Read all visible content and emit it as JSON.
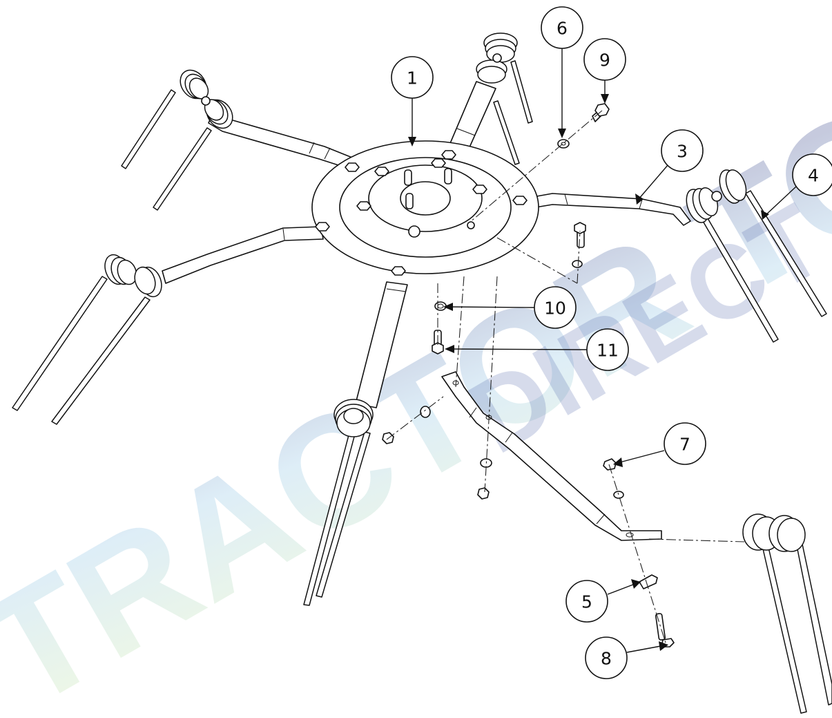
{
  "watermark": {
    "line1": "TRACTOR TOOLS",
    "line2": "DIRECT",
    "colors": [
      "#1a2a7a",
      "#7ab9e0",
      "#c6e88a"
    ]
  },
  "callouts": [
    {
      "id": "callout-1",
      "label": "1",
      "part": "hub-plate"
    },
    {
      "id": "callout-3",
      "label": "3",
      "part": "tine-arm"
    },
    {
      "id": "callout-4",
      "label": "4",
      "part": "spring-tine"
    },
    {
      "id": "callout-5",
      "label": "5",
      "part": "clamp-plate"
    },
    {
      "id": "callout-6",
      "label": "6",
      "part": "washer"
    },
    {
      "id": "callout-7",
      "label": "7",
      "part": "lock-nut"
    },
    {
      "id": "callout-8",
      "label": "8",
      "part": "bolt"
    },
    {
      "id": "callout-9",
      "label": "9",
      "part": "bolt"
    },
    {
      "id": "callout-10",
      "label": "10",
      "part": "washer"
    },
    {
      "id": "callout-11",
      "label": "11",
      "part": "bolt"
    }
  ]
}
